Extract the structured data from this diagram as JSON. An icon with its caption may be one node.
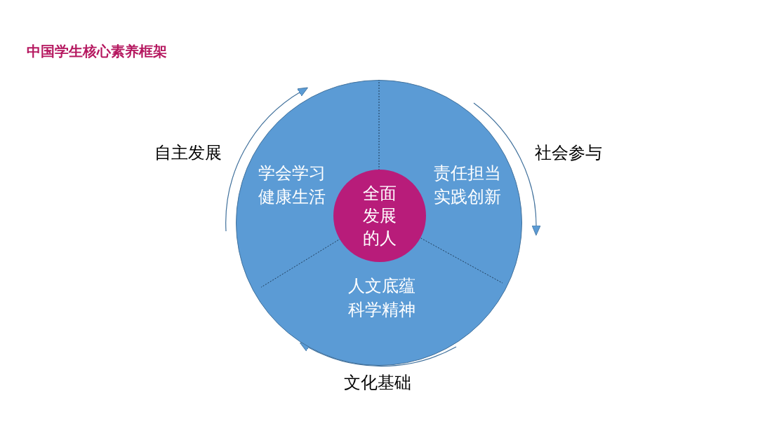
{
  "diagram": {
    "title": "中国学生核心素养框架",
    "nodes": [
      {
        "text": [],
        "shape": "circle"
      },
      {
        "text": [
          "学会学习",
          "健康生活"
        ],
        "in": 0
      },
      {
        "text": [
          "责任担当",
          "实践创新"
        ],
        "in": 0
      },
      {
        "text": [
          "人文底蕴",
          "科学精神"
        ],
        "in": 0
      },
      {
        "text": [
          "全面发展的人"
        ],
        "in": 0
      }
    ],
    "edges": [],
    "labels": [
      "自主发展",
      "社会参与",
      "文化基础"
    ]
  }
}
